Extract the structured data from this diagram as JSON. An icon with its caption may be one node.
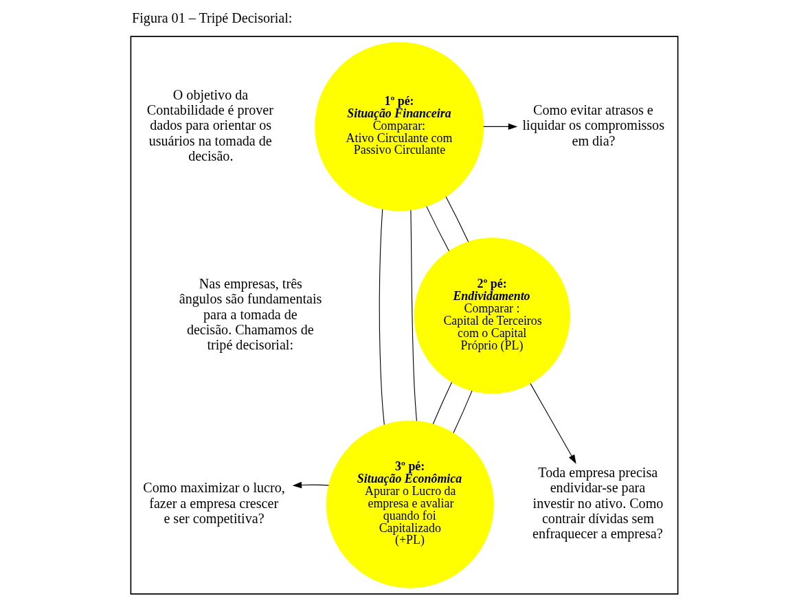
{
  "diagram": {
    "title": "Figura 01 – Tripé Decisorial:",
    "nodes": [
      {
        "text": [],
        "shape": "box"
      },
      {
        "text": [
          "1º pé:",
          "Situação Financeira",
          "Comparar:",
          "Ativo Circulante com Passivo Circulante"
        ],
        "in": 0
      },
      {
        "text": [
          "2º pé:",
          "Endividamento",
          "Comparar :",
          "Capital de Terceiros com o Capital Próprio (PL)"
        ],
        "in": 0
      },
      {
        "text": [
          "3º pé:",
          "Situação Econômica",
          "Apurar o Lucro da empresa e avaliar quando foi Capitalizado",
          "(+PL)"
        ],
        "in": 0
      },
      {
        "text": [
          "Como evitar atrasos e liquidar os compromissos em dia?"
        ],
        "in": 0
      },
      {
        "text": [
          "Toda empresa precisa endividar-se para investir no ativo. Como contrair dívidas sem enfraquecer a empresa?"
        ],
        "in": 0
      },
      {
        "text": [
          "Como maximizar o lucro, fazer a empresa crescer e ser competitiva?"
        ],
        "in": 0
      }
    ],
    "edges": [
      {
        "from": 1,
        "to": 2,
        "arrow": "none"
      },
      {
        "from": 1,
        "to": 2,
        "arrow": "none"
      },
      {
        "from": 1,
        "to": 3,
        "arrow": "none"
      },
      {
        "from": 1,
        "to": 3,
        "arrow": "none"
      },
      {
        "from": 2,
        "to": 3,
        "arrow": "none"
      },
      {
        "from": 2,
        "to": 3,
        "arrow": "none"
      },
      {
        "from": 1,
        "to": 4,
        "arrow": "to"
      },
      {
        "from": 2,
        "to": 5,
        "arrow": "to"
      },
      {
        "from": 3,
        "to": 6,
        "arrow": "to"
      }
    ],
    "labels": [
      "O objetivo da Contabilidade é prover dados para orientar os usuários na tomada de decisão.",
      "Nas empresas, três ângulos são fundamentais para a tomada de decisão. Chamamos de tripé decisorial:"
    ]
  }
}
